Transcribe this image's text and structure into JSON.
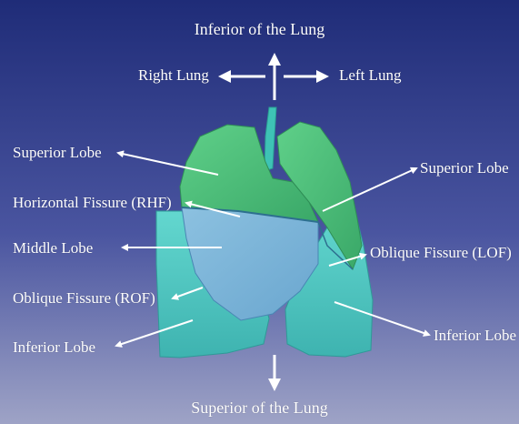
{
  "colors": {
    "background_top": "#1f2c78",
    "background_bottom": "#9ea3c6",
    "upper_lung": "#4dc07a",
    "lower_lung": "#56c9c4",
    "middle_lobe": "#7fb4d8",
    "trachea": "#3ec3b5",
    "label_text": "#ffffff"
  },
  "labels": {
    "top_direction": "Inferior of the Lung",
    "bottom_direction": "Superior of the Lung",
    "right_lung": "Right Lung",
    "left_lung": "Left Lung",
    "left_side": {
      "superior_lobe": "Superior Lobe",
      "horizontal_fissure": "Horizontal Fissure (RHF)",
      "middle_lobe": "Middle Lobe",
      "oblique_fissure": "Oblique Fissure (ROF)",
      "inferior_lobe": "Inferior Lobe"
    },
    "right_side": {
      "superior_lobe": "Superior Lobe",
      "oblique_fissure": "Oblique Fissure (LOF)",
      "inferior_lobe": "Inferior Lobe"
    }
  }
}
